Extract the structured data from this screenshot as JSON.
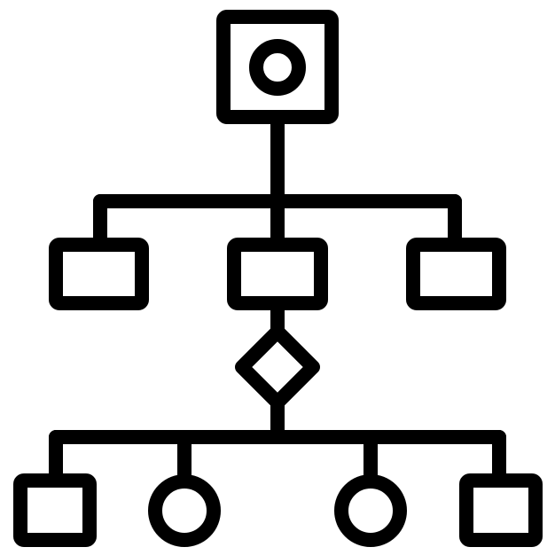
{
  "icon": {
    "name": "org-chart-hierarchy-icon",
    "stroke_color": "#000000",
    "background_color": "#ffffff",
    "levels": [
      {
        "level": 0,
        "nodes": [
          "square-with-circle"
        ]
      },
      {
        "level": 1,
        "nodes": [
          "rectangle",
          "rectangle",
          "rectangle"
        ]
      },
      {
        "level": 2,
        "nodes": [
          "diamond"
        ]
      },
      {
        "level": 3,
        "nodes": [
          "square",
          "circle",
          "circle",
          "square"
        ]
      }
    ]
  }
}
